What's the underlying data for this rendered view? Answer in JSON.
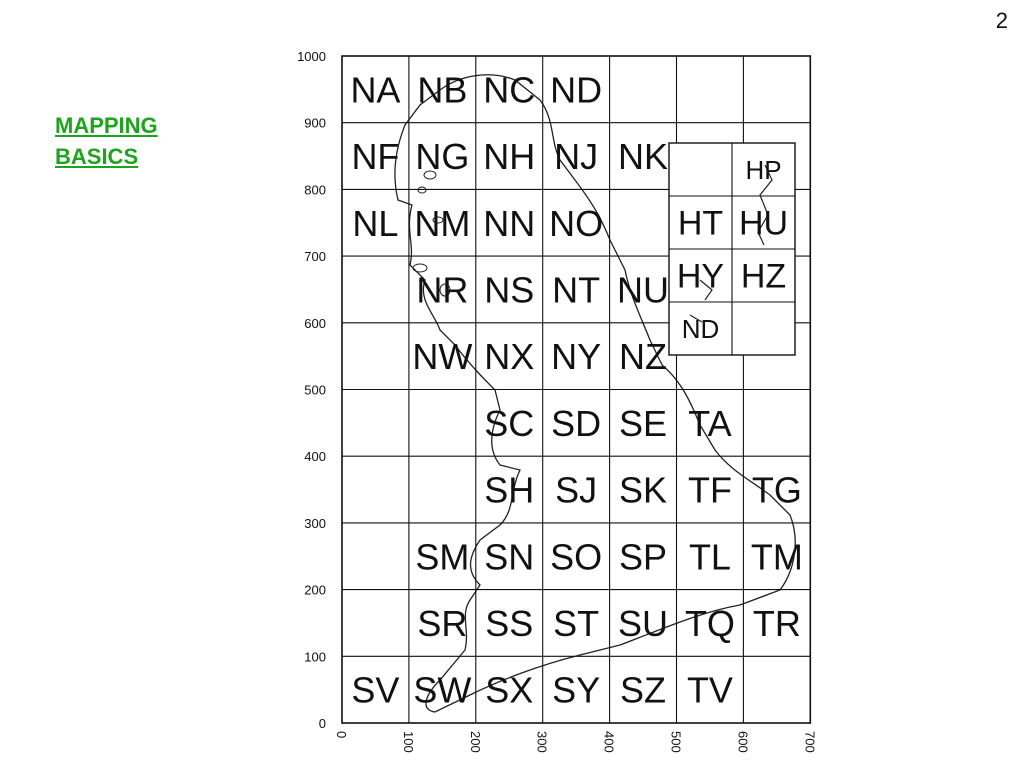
{
  "page_number": "2",
  "title": "MAPPING\nBASICS",
  "title_color": "#1ea31e",
  "map": {
    "y_ticks": [
      "1000",
      "900",
      "800",
      "700",
      "600",
      "500",
      "400",
      "300",
      "200",
      "100",
      "0"
    ],
    "x_ticks": [
      "0",
      "100",
      "200",
      "300",
      "400",
      "500",
      "600",
      "700"
    ],
    "grid_squares": [
      {
        "code": "NA",
        "col": 0,
        "row": 9
      },
      {
        "code": "NB",
        "col": 1,
        "row": 9
      },
      {
        "code": "NC",
        "col": 2,
        "row": 9
      },
      {
        "code": "ND",
        "col": 3,
        "row": 9
      },
      {
        "code": "NF",
        "col": 0,
        "row": 8
      },
      {
        "code": "NG",
        "col": 1,
        "row": 8
      },
      {
        "code": "NH",
        "col": 2,
        "row": 8
      },
      {
        "code": "NJ",
        "col": 3,
        "row": 8
      },
      {
        "code": "NK",
        "col": 4,
        "row": 8
      },
      {
        "code": "NL",
        "col": 0,
        "row": 7
      },
      {
        "code": "NM",
        "col": 1,
        "row": 7
      },
      {
        "code": "NN",
        "col": 2,
        "row": 7
      },
      {
        "code": "NO",
        "col": 3,
        "row": 7
      },
      {
        "code": "NR",
        "col": 1,
        "row": 6
      },
      {
        "code": "NS",
        "col": 2,
        "row": 6
      },
      {
        "code": "NT",
        "col": 3,
        "row": 6
      },
      {
        "code": "NU",
        "col": 4,
        "row": 6
      },
      {
        "code": "NW",
        "col": 1,
        "row": 5
      },
      {
        "code": "NX",
        "col": 2,
        "row": 5
      },
      {
        "code": "NY",
        "col": 3,
        "row": 5
      },
      {
        "code": "NZ",
        "col": 4,
        "row": 5
      },
      {
        "code": "SC",
        "col": 2,
        "row": 4
      },
      {
        "code": "SD",
        "col": 3,
        "row": 4
      },
      {
        "code": "SE",
        "col": 4,
        "row": 4
      },
      {
        "code": "TA",
        "col": 5,
        "row": 4
      },
      {
        "code": "SH",
        "col": 2,
        "row": 3
      },
      {
        "code": "SJ",
        "col": 3,
        "row": 3
      },
      {
        "code": "SK",
        "col": 4,
        "row": 3
      },
      {
        "code": "TF",
        "col": 5,
        "row": 3
      },
      {
        "code": "TG",
        "col": 6,
        "row": 3
      },
      {
        "code": "SM",
        "col": 1,
        "row": 2
      },
      {
        "code": "SN",
        "col": 2,
        "row": 2
      },
      {
        "code": "SO",
        "col": 3,
        "row": 2
      },
      {
        "code": "SP",
        "col": 4,
        "row": 2
      },
      {
        "code": "TL",
        "col": 5,
        "row": 2
      },
      {
        "code": "TM",
        "col": 6,
        "row": 2
      },
      {
        "code": "SR",
        "col": 1,
        "row": 1
      },
      {
        "code": "SS",
        "col": 2,
        "row": 1
      },
      {
        "code": "ST",
        "col": 3,
        "row": 1
      },
      {
        "code": "SU",
        "col": 4,
        "row": 1
      },
      {
        "code": "TQ",
        "col": 5,
        "row": 1
      },
      {
        "code": "TR",
        "col": 6,
        "row": 1
      },
      {
        "code": "SV",
        "col": 0,
        "row": 0
      },
      {
        "code": "SW",
        "col": 1,
        "row": 0
      },
      {
        "code": "SX",
        "col": 2,
        "row": 0
      },
      {
        "code": "SY",
        "col": 3,
        "row": 0
      },
      {
        "code": "SZ",
        "col": 4,
        "row": 0
      },
      {
        "code": "TV",
        "col": 5,
        "row": 0
      }
    ],
    "inset_squares": [
      {
        "code": "HP",
        "col": 1,
        "row": 3
      },
      {
        "code": "HT",
        "col": 0,
        "row": 2
      },
      {
        "code": "HU",
        "col": 1,
        "row": 2
      },
      {
        "code": "HY",
        "col": 0,
        "row": 1
      },
      {
        "code": "HZ",
        "col": 1,
        "row": 1
      },
      {
        "code": "ND",
        "col": 0,
        "row": 0
      }
    ]
  }
}
